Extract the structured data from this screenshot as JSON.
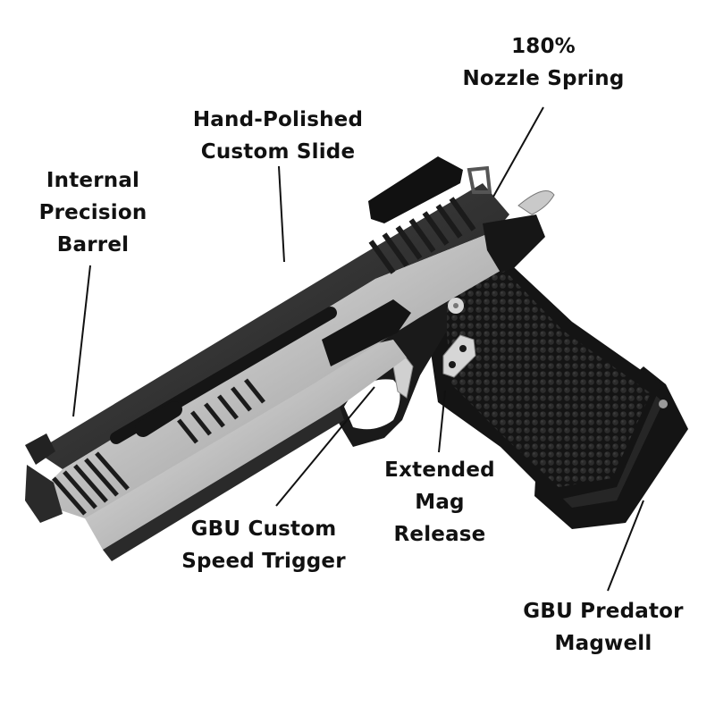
{
  "diagram": {
    "subject": "Pistol feature callouts",
    "colors": {
      "background": "#ffffff",
      "text": "#111111",
      "leader_line": "#111111",
      "slide_silver": "#c9c9c9",
      "frame_black": "#151515"
    },
    "callouts": [
      {
        "id": "nozzle-spring",
        "lines": [
          "180%",
          "Nozzle Spring"
        ]
      },
      {
        "id": "custom-slide",
        "lines": [
          "Hand-Polished",
          "Custom Slide"
        ]
      },
      {
        "id": "precision-barrel",
        "lines": [
          "Internal",
          "Precision",
          "Barrel"
        ]
      },
      {
        "id": "mag-release",
        "lines": [
          "Extended",
          "Mag",
          "Release"
        ]
      },
      {
        "id": "speed-trigger",
        "lines": [
          "GBU Custom",
          "Speed Trigger"
        ]
      },
      {
        "id": "predator-magwell",
        "lines": [
          "GBU Predator",
          "Magwell"
        ]
      }
    ]
  }
}
